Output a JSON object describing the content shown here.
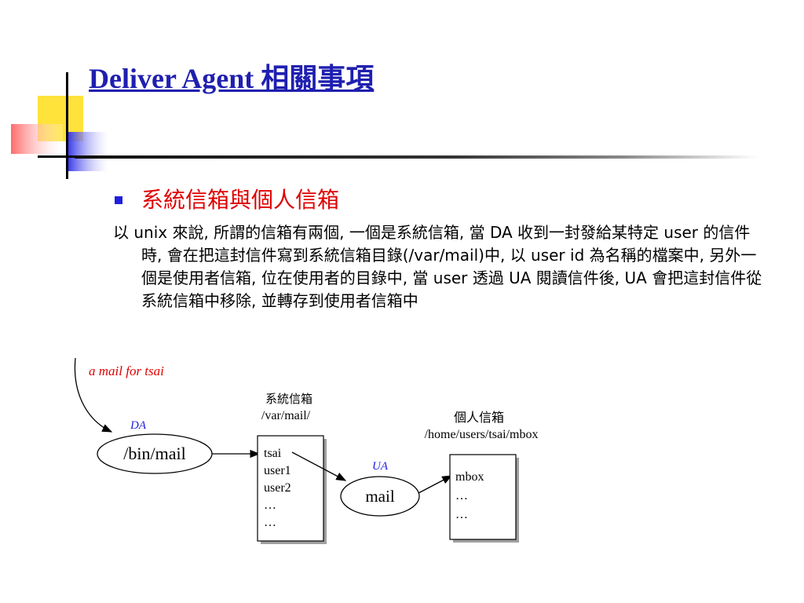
{
  "title": "Deliver Agent 相關事項",
  "section": {
    "heading": "系統信箱與個人信箱",
    "body": "以 unix 來說, 所謂的信箱有兩個, 一個是系統信箱, 當 DA 收到一封發給某特定 user 的信件時, 會在把這封信件寫到系統信箱目錄(/var/mail)中, 以 user id 為名稱的檔案中, 另外一個是使用者信箱, 位在使用者的目錄中, 當 user 透過 UA 閱讀信件後, UA 會把這封信件從系統信箱中移除, 並轉存到使用者信箱中"
  },
  "diagram": {
    "mail_label": "a mail for tsai",
    "da_label": "DA",
    "bin_mail": "/bin/mail",
    "system_mailbox": {
      "title": "系統信箱",
      "path": "/var/mail/",
      "entries": [
        "tsai",
        "user1",
        "user2",
        "…",
        "…"
      ]
    },
    "ua_label": "UA",
    "mail_program": "mail",
    "personal_mailbox": {
      "title": "個人信箱",
      "path": "/home/users/tsai/mbox",
      "entries": [
        "mbox",
        "…",
        "…"
      ]
    }
  }
}
